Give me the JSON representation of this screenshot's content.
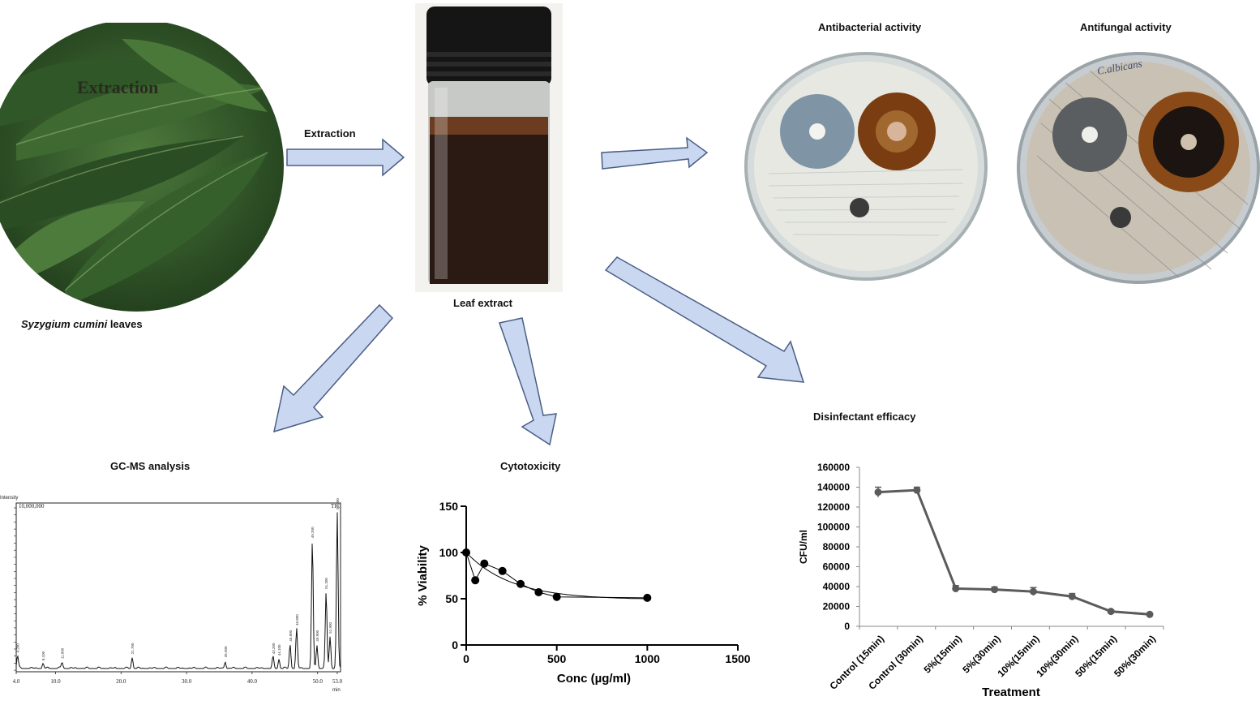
{
  "labels": {
    "extraction_arrow": "Extraction",
    "leaves_overlay": "Extraction",
    "leaves_caption_italic": "Syzygium cumini",
    "leaves_caption_rest": " leaves",
    "leaf_extract": "Leaf extract",
    "antibacterial": "Antibacterial activity",
    "antifungal": "Antifungal activity",
    "gcms": "GC-MS analysis",
    "cytotoxicity": "Cytotoxicity",
    "disinfectant": "Disinfectant efficacy",
    "fungal_plate_writing": "C.albicans"
  },
  "colors": {
    "arrow_fill": "#c9d8f0",
    "arrow_stroke": "#4a5d85",
    "leaf_dark": "#1f3d1c",
    "leaf_mid": "#3f6b32",
    "extract": "#2b1a14",
    "inhibition_blue": "#7f95a6",
    "inhibition_brown": "#7a3d12",
    "series_grey": "#5b5b5b"
  },
  "gcms": {
    "ylabel": "Intensity",
    "scale_label": "10,000,000",
    "tic": "TIC",
    "x_unit": "min",
    "chart_data": {
      "type": "line",
      "title": "GC-MS analysis",
      "xlabel": "min",
      "xlim": [
        4.0,
        53.5
      ],
      "x_ticks": [
        "4.0",
        "10.0",
        "20.0",
        "30.0",
        "40.0",
        "50.0",
        "53.0"
      ],
      "peaks": [
        {
          "rt": 4.2,
          "rel": 0.08
        },
        {
          "rt": 8.1,
          "rel": 0.03
        },
        {
          "rt": 11.0,
          "rel": 0.04
        },
        {
          "rt": 21.7,
          "rel": 0.07
        },
        {
          "rt": 35.9,
          "rel": 0.05
        },
        {
          "rt": 43.2,
          "rel": 0.07
        },
        {
          "rt": 44.1,
          "rel": 0.06
        },
        {
          "rt": 45.8,
          "rel": 0.15
        },
        {
          "rt": 46.8,
          "rel": 0.25
        },
        {
          "rt": 49.2,
          "rel": 0.8
        },
        {
          "rt": 49.9,
          "rel": 0.15
        },
        {
          "rt": 51.3,
          "rel": 0.48
        },
        {
          "rt": 51.9,
          "rel": 0.2
        },
        {
          "rt": 53.0,
          "rel": 0.98
        }
      ]
    }
  },
  "cytotoxicity": {
    "chart_data": {
      "type": "scatter",
      "title": "Cytotoxicity",
      "xlabel": "Conc (µg/ml)",
      "ylabel": "% Viability",
      "xlim": [
        0,
        1500
      ],
      "ylim": [
        0,
        150
      ],
      "x_ticks": [
        0,
        500,
        1000,
        1500
      ],
      "y_ticks": [
        0,
        50,
        100,
        150
      ],
      "x": [
        0,
        50,
        100,
        200,
        300,
        400,
        500,
        1000
      ],
      "y": [
        100,
        70,
        88,
        80,
        66,
        57,
        52,
        51
      ],
      "fit_curve": true
    }
  },
  "disinfectant": {
    "chart_data": {
      "type": "line",
      "title": "Disinfectant efficacy",
      "xlabel": "Treatment",
      "ylabel": "CFU/ml",
      "ylim": [
        0,
        160000
      ],
      "y_ticks": [
        0,
        20000,
        40000,
        60000,
        80000,
        100000,
        120000,
        140000,
        160000
      ],
      "categories": [
        "Control (15min)",
        "Control (30min)",
        "5%(15min)",
        "5%(30min)",
        "10%(15min)",
        "10%(30min)",
        "50%(15min)",
        "50%(30min)"
      ],
      "values": [
        135000,
        137000,
        38000,
        37000,
        35000,
        30000,
        15000,
        12000
      ],
      "errors": [
        5000,
        3000,
        3000,
        2500,
        4000,
        3000,
        1500,
        1000
      ]
    }
  }
}
